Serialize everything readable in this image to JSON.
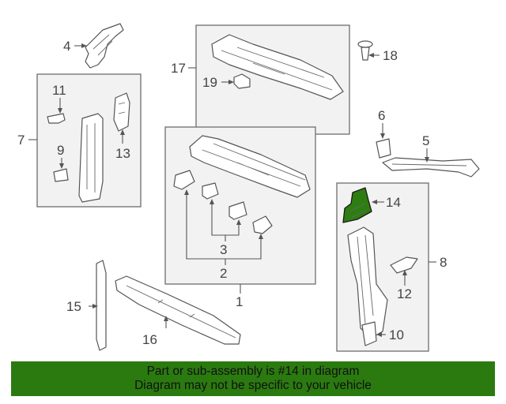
{
  "callouts": {
    "c1": "1",
    "c2": "2",
    "c3": "3",
    "c4": "4",
    "c5": "5",
    "c6": "6",
    "c7": "7",
    "c8": "8",
    "c9": "9",
    "c10": "10",
    "c11": "11",
    "c12": "12",
    "c13": "13",
    "c14": "14",
    "c15": "15",
    "c16": "16",
    "c17": "17",
    "c18": "18",
    "c19": "19"
  },
  "highlight_part": "14",
  "colors": {
    "highlight_fill": "#2e7d12",
    "footer_bg": "#2b7a10"
  },
  "footer": {
    "line1": "Part or sub-assembly is #14 in diagram",
    "line2": "Diagram may not be specific to your vehicle"
  }
}
